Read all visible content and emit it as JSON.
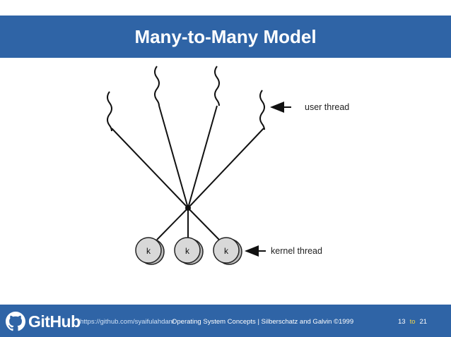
{
  "slide": {
    "title": "Many-to-Many Model"
  },
  "diagram": {
    "user_thread_label": "user thread",
    "kernel_thread_label": "kernel thread",
    "kernel_threads": [
      "k",
      "k",
      "k"
    ]
  },
  "footer": {
    "brand": "GitHub",
    "url": "https://github.com/syaifulahdan/",
    "credit": "Operating System Concepts | Silberschatz and Galvin ©1999",
    "page_current": "13",
    "page_sep": "to",
    "page_total": "21"
  },
  "colors": {
    "title_bar": "#2f64a6",
    "kernel_fill": "#d8d8d8",
    "page_sep": "#f2d64b"
  }
}
